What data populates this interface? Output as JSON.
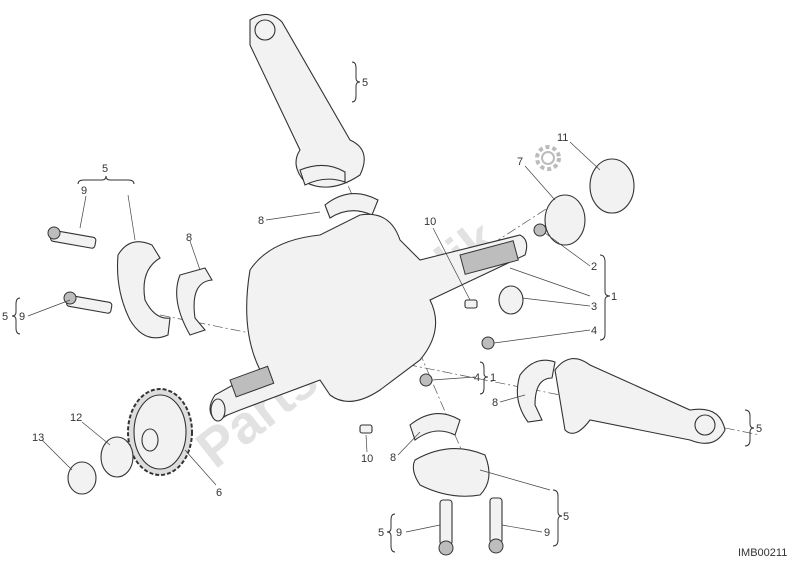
{
  "diagram": {
    "code": "IMB00211",
    "watermark": "PartsRepublik",
    "labels": {
      "top_rod": "5",
      "left_cap_group": "5",
      "left_bolt_upper": "9",
      "left_shell_upper": "8",
      "left_shell_lower": "8",
      "left_group_5": "5",
      "left_bolt_lower": "9",
      "key_upper": "10",
      "washer": "7",
      "nut": "11",
      "plug_2": "2",
      "crank_1": "1",
      "bearing_3": "3",
      "plug_4": "4",
      "plug_4b": "4",
      "group_1b": "1",
      "right_shell": "8",
      "right_rod": "5",
      "washer_12": "12",
      "nut_13": "13",
      "gear_6": "6",
      "key_lower": "10",
      "bottom_shell": "8",
      "bottom_cap": "5",
      "bottom_group_5": "5",
      "bottom_bolt_left": "9",
      "bottom_bolt_right": "9"
    }
  }
}
